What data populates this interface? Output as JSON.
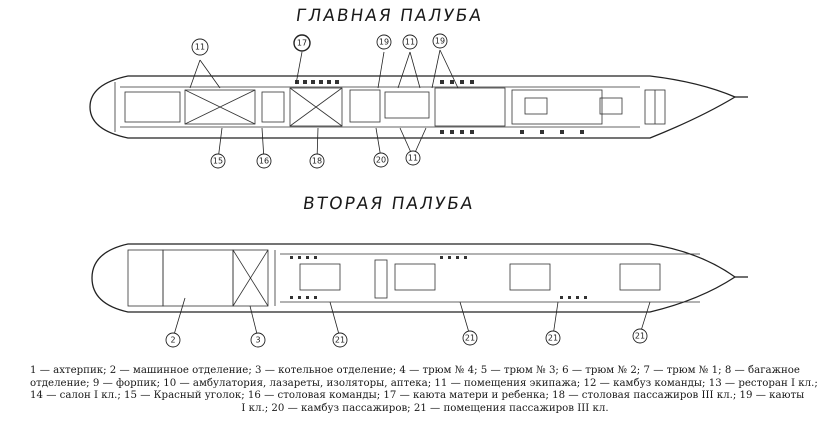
{
  "titles": {
    "main_deck": "ГЛАВНАЯ ПАЛУБА",
    "second_deck": "ВТОРАЯ ПАЛУБА"
  },
  "callouts": {
    "main": [
      "11",
      "17",
      "19",
      "11",
      "19",
      "15",
      "16",
      "18",
      "20",
      "11"
    ],
    "second": [
      "2",
      "3",
      "21",
      "21",
      "21",
      "21"
    ]
  },
  "legend": {
    "line1": "1 — ахтерпик; 2 — машинное отделение; 3 — котельное отделение; 4 — трюм № 4; 5 — трюм № 3; 6 — трюм № 2; 7 — трюм № 1; 8 — багажное",
    "line2": "отделение; 9 — форпик; 10 — амбулатория, лазареты, изоляторы, аптека; 11 — помещения экипажа; 12 — камбуз команды; 13 — ресторан I кл.;",
    "line3": "14 — салон I кл.; 15 — Красный уголок; 16 — столовая команды; 17 — каюта матери и ребенка; 18 — столовая пассажиров III кл.; 19 — каюты",
    "line4": "I кл.; 20 — камбуз пассажиров; 21 — помещения пассажиров III кл."
  }
}
